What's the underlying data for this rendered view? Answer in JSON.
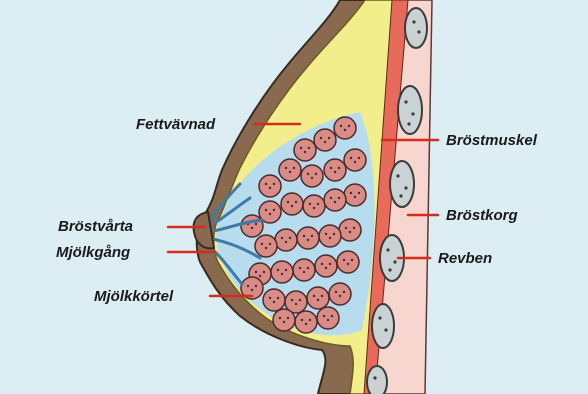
{
  "colors": {
    "background": "#dcedf4",
    "skin": "#8a6a4f",
    "fat": "#f2ee8c",
    "gland": "#d98b86",
    "duct": "#6aa9cf",
    "muscle": "#e86a5a",
    "ribcage": "#f6d6cf",
    "rib": "#c9d3d3",
    "leader": "#d62b1f"
  },
  "labels": {
    "fat": "Fettvävnad",
    "muscle": "Bröstmuskel",
    "nipple": "Bröstvårta",
    "ribcage": "Bröstkorg",
    "duct": "Mjölkgång",
    "rib": "Revben",
    "gland": "Mjölkkörtel"
  }
}
